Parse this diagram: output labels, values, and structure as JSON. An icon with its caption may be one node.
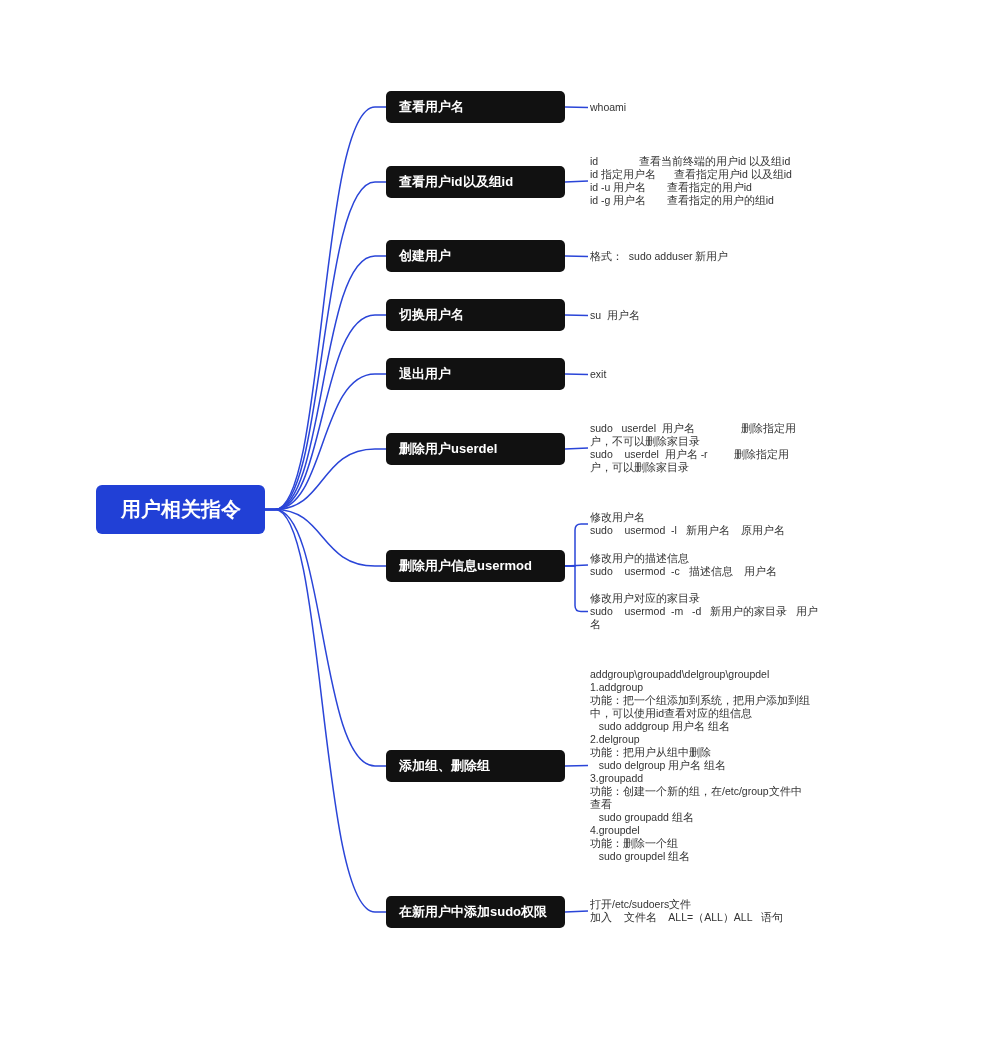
{
  "diagram": {
    "nodes": [
      {
        "text": [
          "用户相关指令"
        ]
      },
      {
        "text": [
          "查看用户名"
        ]
      },
      {
        "text": [
          "查看用户id以及组id"
        ]
      },
      {
        "text": [
          "创建用户"
        ]
      },
      {
        "text": [
          "切换用户名"
        ]
      },
      {
        "text": [
          "退出用户"
        ]
      },
      {
        "text": [
          "删除用户userdel"
        ]
      },
      {
        "text": [
          "删除用户信息usermod"
        ]
      },
      {
        "text": [
          "添加组、删除组"
        ]
      },
      {
        "text": [
          "在新用户中添加sudo权限"
        ]
      },
      {
        "text": [
          "whoami"
        ]
      },
      {
        "text": [
          "id              查看当前终端的用户id 以及组id",
          "id 指定用户名      查看指定用户id 以及组id",
          "id -u 用户名       查看指定的用户id",
          "id -g 用户名       查看指定的用户的组id"
        ]
      },
      {
        "text": [
          "格式：  sudo adduser 新用户"
        ]
      },
      {
        "text": [
          "su  用户名"
        ]
      },
      {
        "text": [
          "exit"
        ]
      },
      {
        "text": [
          "sudo   userdel  用户名                删除指定用户，不可以删除家目录",
          "sudo    userdel  用户名 -r         删除指定用户，可以删除家目录"
        ]
      },
      {
        "text": [
          "修改用户名",
          "sudo    usermod  -l   新用户名    原用户名"
        ]
      },
      {
        "text": [
          "修改用户的描述信息",
          "sudo    usermod  -c   描述信息    用户名"
        ]
      },
      {
        "text": [
          "修改用户对应的家目录",
          "sudo    usermod  -m   -d   新用户的家目录   用户名"
        ]
      },
      {
        "text": [
          "addgroup\\groupadd\\delgroup\\groupdel",
          "1.addgroup",
          "功能：把一个组添加到系统，把用户添加到组中，可以使用id查看对应的组信息",
          "   sudo addgroup 用户名 组名",
          "2.delgroup",
          "功能：把用户从组中删除",
          "   sudo delgroup 用户名 组名",
          "3.groupadd",
          "功能：创建一个新的组，在/etc/group文件中查看",
          "   sudo groupadd 组名",
          "4.groupdel",
          "功能：删除一个组",
          "   sudo groupdel 组名"
        ]
      },
      {
        "text": [
          "打开/etc/sudoers文件",
          "加入    文件名    ALL=（ALL）ALL   语句"
        ]
      }
    ],
    "edges": [
      {
        "from": 0,
        "to": 1,
        "arrow": "none"
      },
      {
        "from": 0,
        "to": 2,
        "arrow": "none"
      },
      {
        "from": 0,
        "to": 3,
        "arrow": "none"
      },
      {
        "from": 0,
        "to": 4,
        "arrow": "none"
      },
      {
        "from": 0,
        "to": 5,
        "arrow": "none"
      },
      {
        "from": 0,
        "to": 6,
        "arrow": "none"
      },
      {
        "from": 0,
        "to": 7,
        "arrow": "none"
      },
      {
        "from": 0,
        "to": 8,
        "arrow": "none"
      },
      {
        "from": 0,
        "to": 9,
        "arrow": "none"
      },
      {
        "from": 1,
        "to": 10,
        "arrow": "none"
      },
      {
        "from": 2,
        "to": 11,
        "arrow": "none"
      },
      {
        "from": 3,
        "to": 12,
        "arrow": "none"
      },
      {
        "from": 4,
        "to": 13,
        "arrow": "none"
      },
      {
        "from": 5,
        "to": 14,
        "arrow": "none"
      },
      {
        "from": 6,
        "to": 15,
        "arrow": "none"
      },
      {
        "from": 7,
        "to": 16,
        "arrow": "none"
      },
      {
        "from": 7,
        "to": 17,
        "arrow": "none"
      },
      {
        "from": 7,
        "to": 18,
        "arrow": "none"
      },
      {
        "from": 8,
        "to": 19,
        "arrow": "none"
      },
      {
        "from": 9,
        "to": 20,
        "arrow": "none"
      }
    ]
  }
}
